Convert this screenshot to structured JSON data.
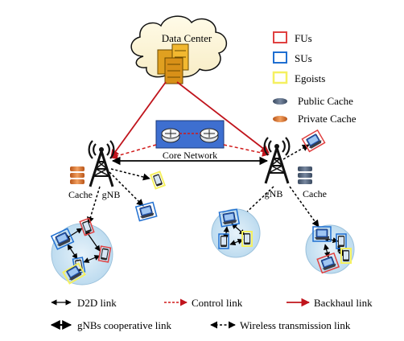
{
  "cloud": {
    "label": "Data Center"
  },
  "core_network": {
    "label": "Core Network"
  },
  "gnb_left": {
    "cache_label": "Cache",
    "gnb_label": "gNB"
  },
  "gnb_right": {
    "gnb_label": "gNB",
    "cache_label": "Cache"
  },
  "legend_top": [
    {
      "key": "fus",
      "label": "FUs",
      "color": "#e04040"
    },
    {
      "key": "sus",
      "label": "SUs",
      "color": "#1f6fd1"
    },
    {
      "key": "egoists",
      "label": "Egoists",
      "color": "#f5f060"
    },
    {
      "key": "public_cache",
      "label": "Public Cache",
      "color": "#4a5a70"
    },
    {
      "key": "private_cache",
      "label": "Private Cache",
      "color": "#e07a30"
    }
  ],
  "legend_bottom": [
    {
      "key": "d2d",
      "label": "D2D link"
    },
    {
      "key": "control",
      "label": "Control link"
    },
    {
      "key": "backhaul",
      "label": "Backhaul link"
    },
    {
      "key": "gnb_coop",
      "label": "gNBs cooperative link"
    },
    {
      "key": "wireless",
      "label": "Wireless transmission link"
    }
  ],
  "colors": {
    "backhaul": "#c0141c",
    "control": "#d01818",
    "cell": "#cfe6f4",
    "core_box": "#3e6fd0"
  }
}
